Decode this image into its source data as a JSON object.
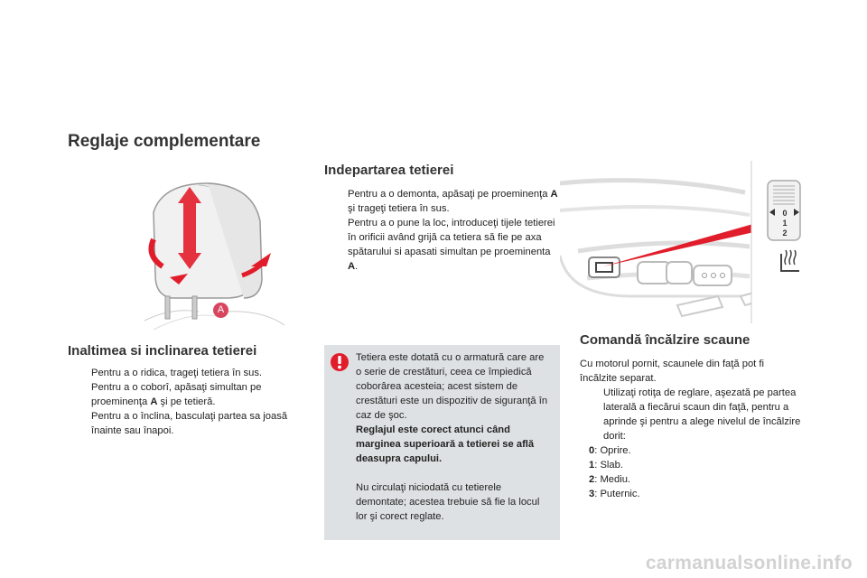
{
  "page_title": "Reglaje complementare",
  "section_height": {
    "heading": "Inaltimea si inclinarea tetierei",
    "items": [
      {
        "pre": "Pentru a o ridica, trageţi tetiera în sus.",
        "bold": "",
        "post": ""
      },
      {
        "pre": "Pentru a o coborî, apăsaţi simultan pe proeminenţa ",
        "bold": "A",
        "post": " şi pe tetieră."
      },
      {
        "pre": "Pentru a o înclina, basculaţi partea sa joasă înainte sau înapoi.",
        "bold": "",
        "post": ""
      }
    ]
  },
  "section_remove": {
    "heading": "Indepartarea tetierei",
    "items": [
      {
        "pre": "Pentru a o demonta, apăsaţi pe proeminenţa ",
        "bold": "A",
        "post": " şi trageţi tetiera în sus."
      },
      {
        "pre": "Pentru a o pune la loc, introduceţi tijele tetierei în orificii având grijă ca tetiera să fie pe axa spătarului si apasati simultan pe proeminenta ",
        "bold": "A",
        "post": "."
      }
    ]
  },
  "warning": {
    "intro": "Tetiera este dotată cu o armatură care are o serie de crestături, ceea ce împiedică coborârea acesteia; acest sistem de crestături este un dispozitiv de siguranţă în caz de şoc.",
    "bold": "Reglajul este corect atunci când marginea superioară a tetierei se află deasupra capului.",
    "outro": "Nu circulaţi niciodată cu tetierele demontate; acestea trebuie să fie la locul lor şi corect reglate."
  },
  "section_heating": {
    "heading": "Comandă încălzire scaune",
    "intro": "Cu motorul pornit, scaunele din faţă pot fi încălzite separat.",
    "bullet": "Utilizaţi rotiţa de reglare, aşezată pe partea laterală a fiecărui scaun din faţă, pentru a aprinde şi pentru a alege nivelul de încălzire dorit:",
    "levels": [
      {
        "key": "0",
        "label": ": Oprire."
      },
      {
        "key": "1",
        "label": ": Slab."
      },
      {
        "key": "2",
        "label": ": Mediu."
      },
      {
        "key": "3",
        "label": ": Puternic."
      }
    ]
  },
  "headrest_label": "A",
  "dial_labels": [
    "0",
    "1",
    "2"
  ],
  "bullet_glyph": "",
  "watermark": "carmanualsonline.info",
  "colors": {
    "accent_red": "#e21d2b",
    "warning_bg": "#dee1e3",
    "label_circle": "#d9455f"
  },
  "icons": [
    "warning-icon",
    "seat-heat-icon",
    "headrest-illustration",
    "heating-dial-illustration"
  ]
}
